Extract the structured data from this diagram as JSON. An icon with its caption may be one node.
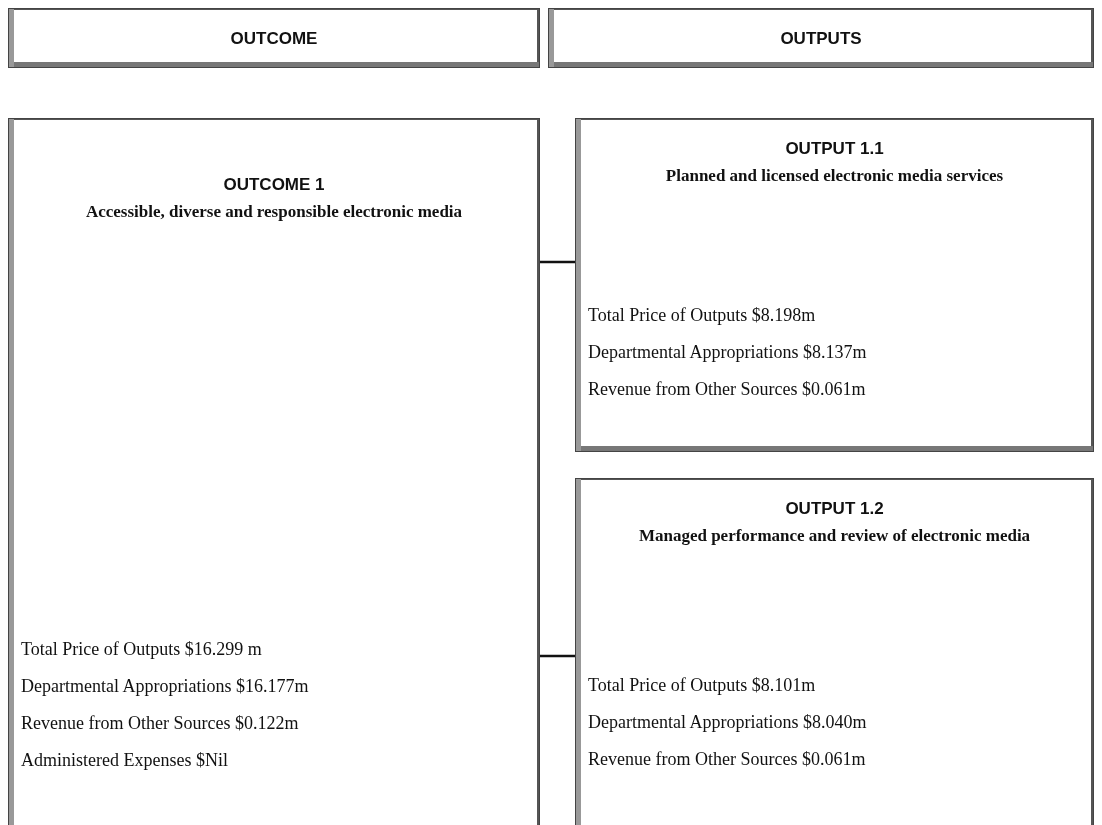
{
  "diagram": {
    "nodes": [
      {
        "text": [
          "OUTCOME"
        ]
      },
      {
        "text": [
          "OUTPUTS"
        ]
      },
      {
        "text": [
          "OUTCOME 1",
          "Accessible, diverse and responsible electronic media",
          "Total Price of Outputs $16.299 m",
          "Departmental Appropriations $16.177m",
          "Revenue from Other Sources $0.122m",
          "Administered Expenses $Nil"
        ]
      },
      {
        "text": [
          "OUTPUT 1.1",
          "Planned and licensed electronic media services",
          "Total Price of Outputs $8.198m",
          "Departmental Appropriations $8.137m",
          "Revenue from Other Sources $0.061m"
        ]
      },
      {
        "text": [
          "OUTPUT 1.2",
          "Managed performance and review of electronic media",
          "Total Price of Outputs $8.101m",
          "Departmental Appropriations $8.040m",
          "Revenue from Other Sources $0.061m"
        ]
      }
    ],
    "edges": [
      {
        "from": 2,
        "to": 3,
        "arrow": "none"
      },
      {
        "from": 2,
        "to": 4,
        "arrow": "none"
      }
    ]
  }
}
